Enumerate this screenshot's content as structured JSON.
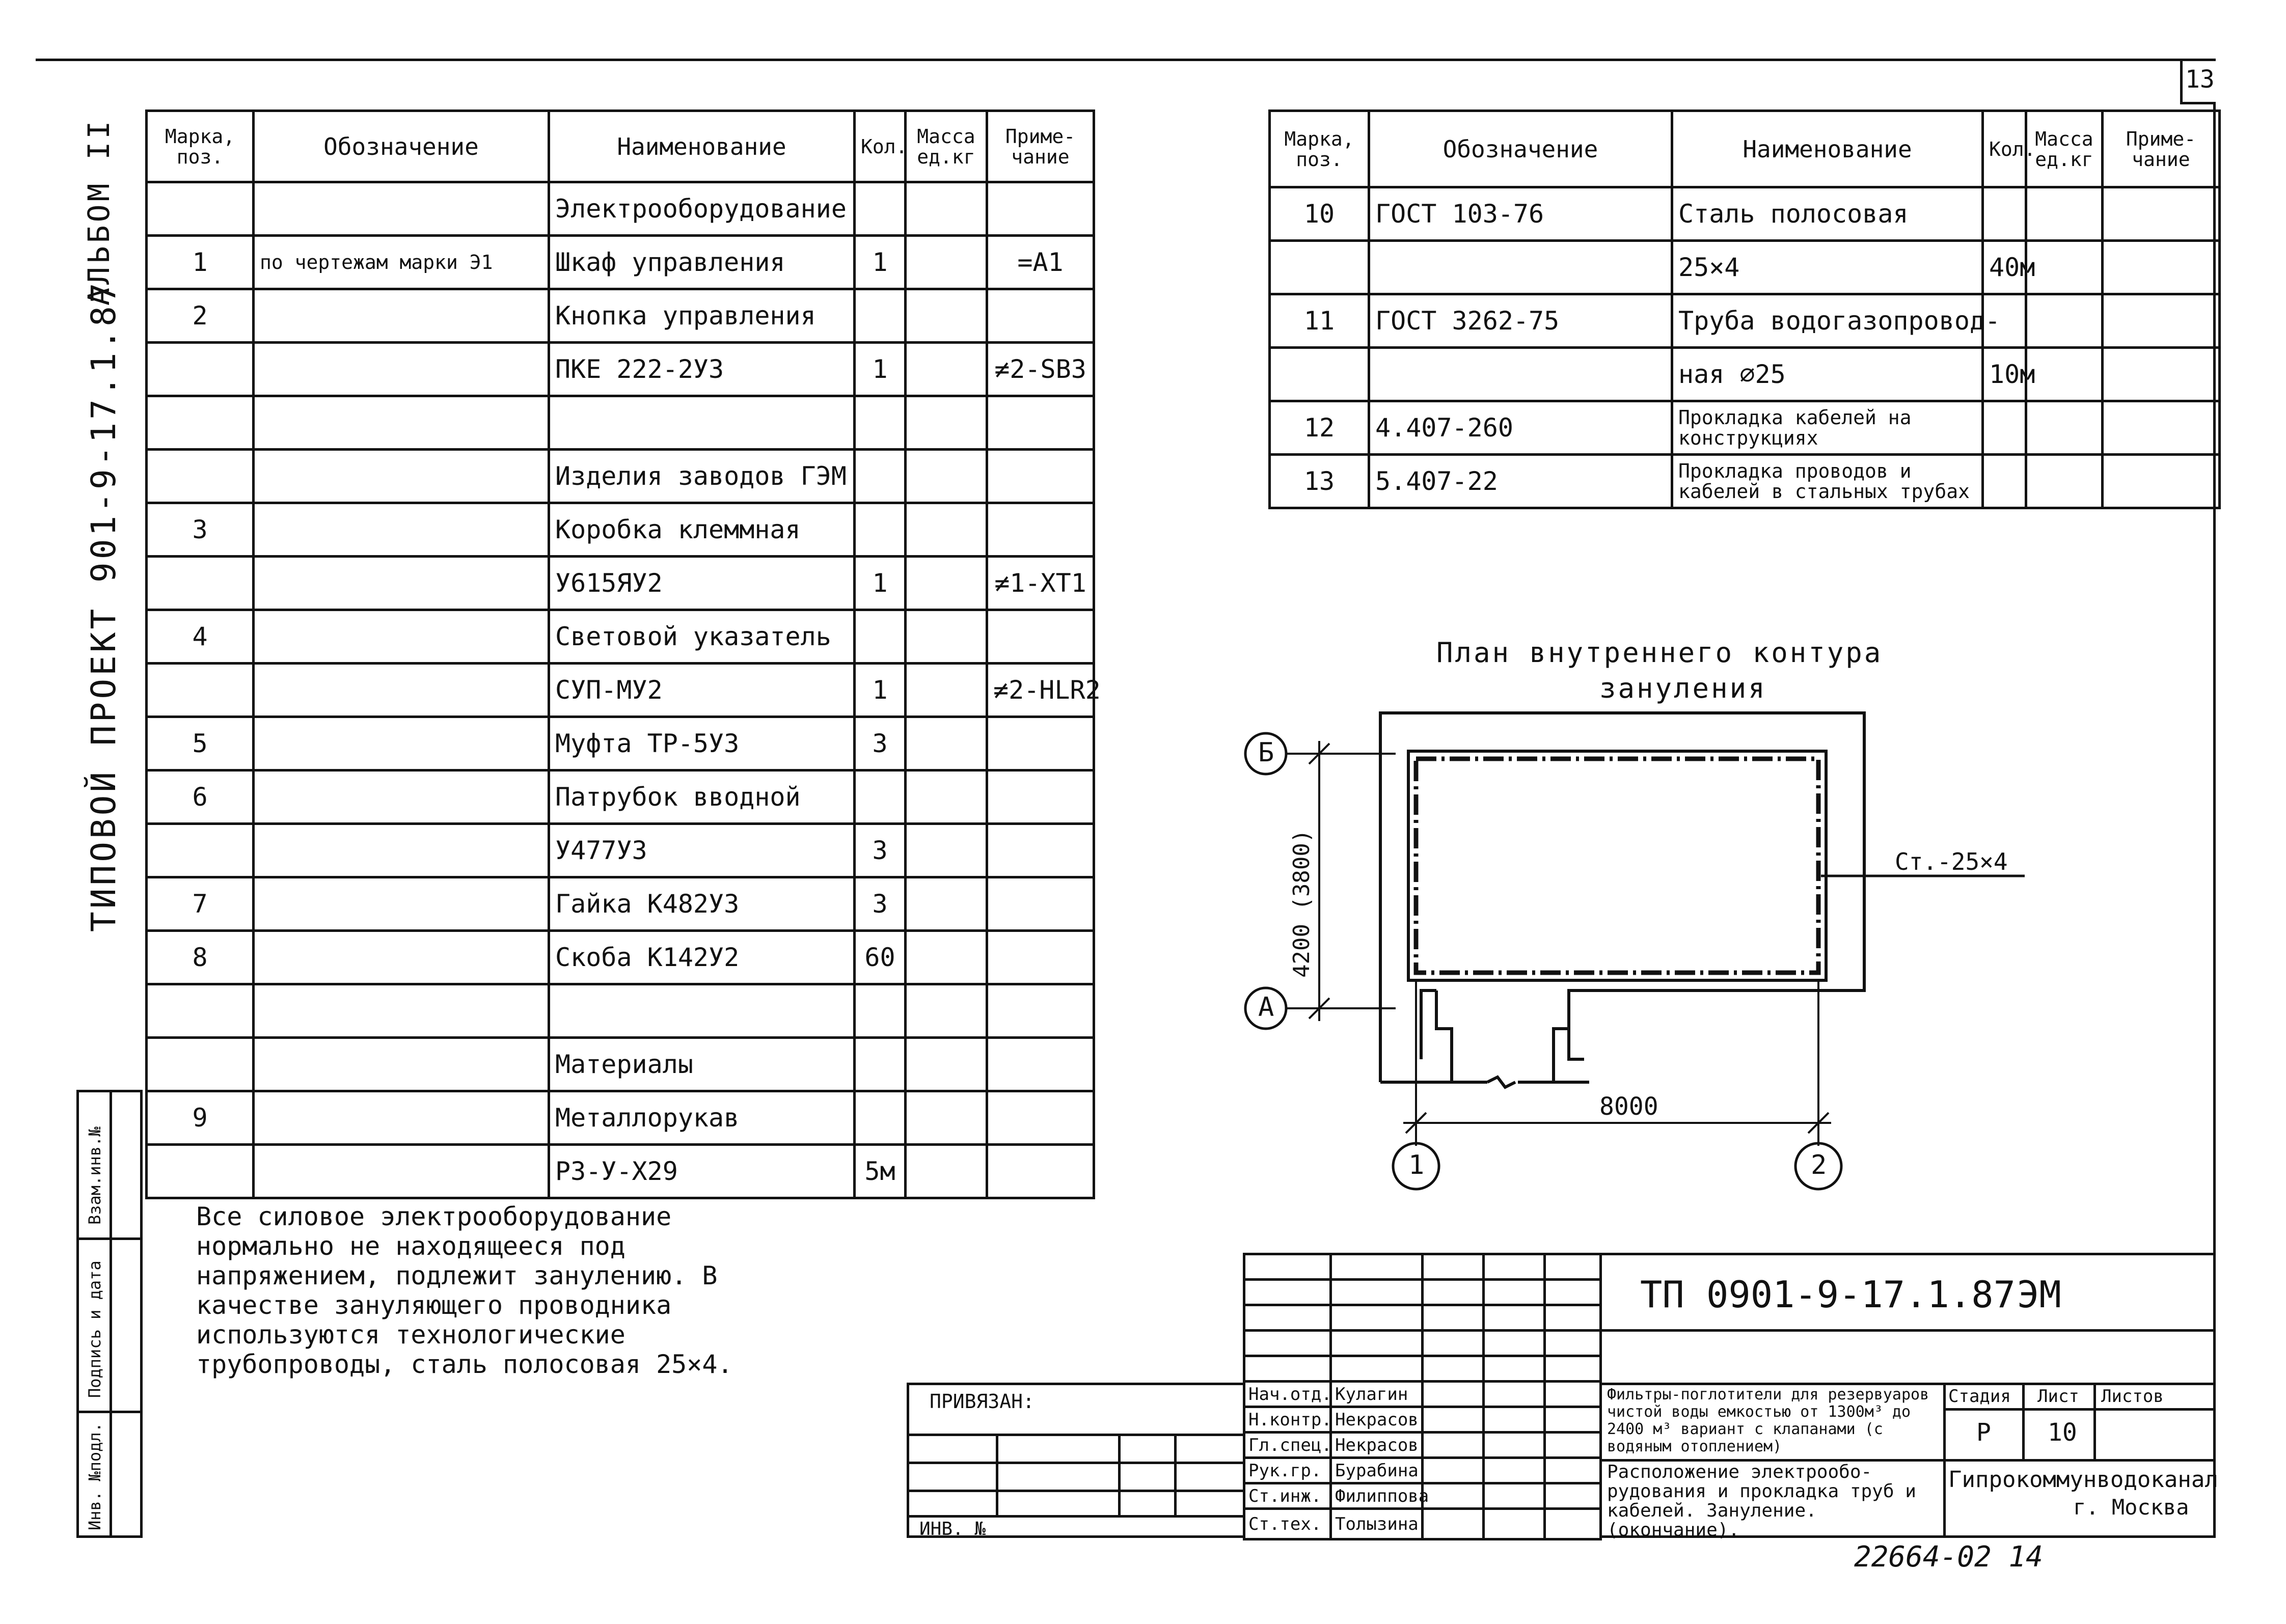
{
  "sheet_number": "13",
  "left_margin": {
    "album": "АЛЬБОМ II",
    "project": "ТИПОВОЙ ПРОЕКТ 901-9-17.1.87",
    "stamp_labels": [
      "Взам.инв.№",
      "Подпись и дата",
      "Инв. №подл."
    ]
  },
  "left_table": {
    "headers": [
      "Марка, поз.",
      "Обозначение",
      "Наименование",
      "Кол.",
      "Масса ед.кг",
      "Приме- чание"
    ],
    "rows": [
      [
        "",
        "",
        "Электрооборудование",
        "",
        "",
        ""
      ],
      [
        "1",
        "по чертежам марки Э1",
        "Шкаф управления",
        "1",
        "",
        "=А1"
      ],
      [
        "2",
        "",
        "Кнопка управления",
        "",
        "",
        ""
      ],
      [
        "",
        "",
        "ПКЕ 222-2У3",
        "1",
        "",
        "≠2-SB3"
      ],
      [
        "",
        "",
        "",
        "",
        "",
        ""
      ],
      [
        "",
        "",
        "Изделия заводов ГЭМ",
        "",
        "",
        ""
      ],
      [
        "3",
        "",
        "Коробка клеммная",
        "",
        "",
        ""
      ],
      [
        "",
        "",
        "У615ЯУ2",
        "1",
        "",
        "≠1-XT1"
      ],
      [
        "4",
        "",
        "Световой указатель",
        "",
        "",
        ""
      ],
      [
        "",
        "",
        "СУП-МУ2",
        "1",
        "",
        "≠2-HLR2"
      ],
      [
        "5",
        "",
        "Муфта ТР-5У3",
        "3",
        "",
        ""
      ],
      [
        "6",
        "",
        "Патрубок вводной",
        "",
        "",
        ""
      ],
      [
        "",
        "",
        "У477У3",
        "3",
        "",
        ""
      ],
      [
        "7",
        "",
        "Гайка К482У3",
        "3",
        "",
        ""
      ],
      [
        "8",
        "",
        "Скоба К142У2",
        "60",
        "",
        ""
      ],
      [
        "",
        "",
        "",
        "",
        "",
        ""
      ],
      [
        "",
        "",
        "Материалы",
        "",
        "",
        ""
      ],
      [
        "9",
        "",
        "Металлорукав",
        "",
        "",
        ""
      ],
      [
        "",
        "",
        "Р3-У-Х29",
        "5м",
        "",
        ""
      ]
    ]
  },
  "right_table": {
    "headers": [
      "Марка, поз.",
      "Обозначение",
      "Наименование",
      "Кол.",
      "Масса ед.кг",
      "Приме- чание"
    ],
    "rows": [
      [
        "10",
        "ГОСТ 103-76",
        "Сталь полосовая",
        "",
        "",
        ""
      ],
      [
        "",
        "",
        "25×4",
        "40м",
        "",
        ""
      ],
      [
        "11",
        "ГОСТ 3262-75",
        "Труба водогазопровод-",
        "",
        "",
        ""
      ],
      [
        "",
        "",
        "ная ∅25",
        "10м",
        "",
        ""
      ],
      [
        "12",
        "4.407-260",
        "Прокладка кабелей на конструкциях",
        "",
        "",
        ""
      ],
      [
        "13",
        "5.407-22",
        "Прокладка проводов и кабелей в стальных трубах",
        "",
        "",
        ""
      ]
    ]
  },
  "note": "Все силовое электрооборудование нормально не находящееся под напряжением, подлежит занулению. В качестве зануляющего проводника используются технологические трубопроводы, сталь полосовая 25×4.",
  "plan": {
    "title_line1": "План внутреннего контура",
    "title_line2": "зануления",
    "axis_b": "Б",
    "axis_a": "А",
    "axis_1": "1",
    "axis_2": "2",
    "dim_vertical": "4200 (3800)",
    "dim_horizontal": "8000",
    "steel_label": "Ст.-25×4"
  },
  "title_block": {
    "code": "ТП 0901-9-17.1.87",
    "mark": "ЭМ",
    "privyazan": "ПРИВЯЗАН:",
    "inv_no": "ИНВ. №",
    "roles": [
      "Нач.отд.",
      "Н.контр.",
      "Гл.спец.",
      "Рук.гр.",
      "Ст.инж.",
      "Ст.тех."
    ],
    "names": [
      "Кулагин",
      "Некрасов",
      "Некрасов",
      "Бурабина",
      "Филиппова",
      "Толызина"
    ],
    "object_name": "Фильтры-поглотители для резервуаров чистой воды емкостью от 1300м³ до 2400 м³ вариант с клапанами (с водяным отоплением)",
    "sheet_title": "Расположение электрообо- рудования и прокладка труб и кабелей. Зануление. (окончание).",
    "stage_label": "Стадия",
    "sheet_label": "Лист",
    "sheets_label": "Листов",
    "stage": "Р",
    "sheet": "10",
    "sheets": "",
    "org_line1": "Гипрокоммунводоканал",
    "org_line2": "г. Москва"
  },
  "bottom_code": "22664-02 14"
}
